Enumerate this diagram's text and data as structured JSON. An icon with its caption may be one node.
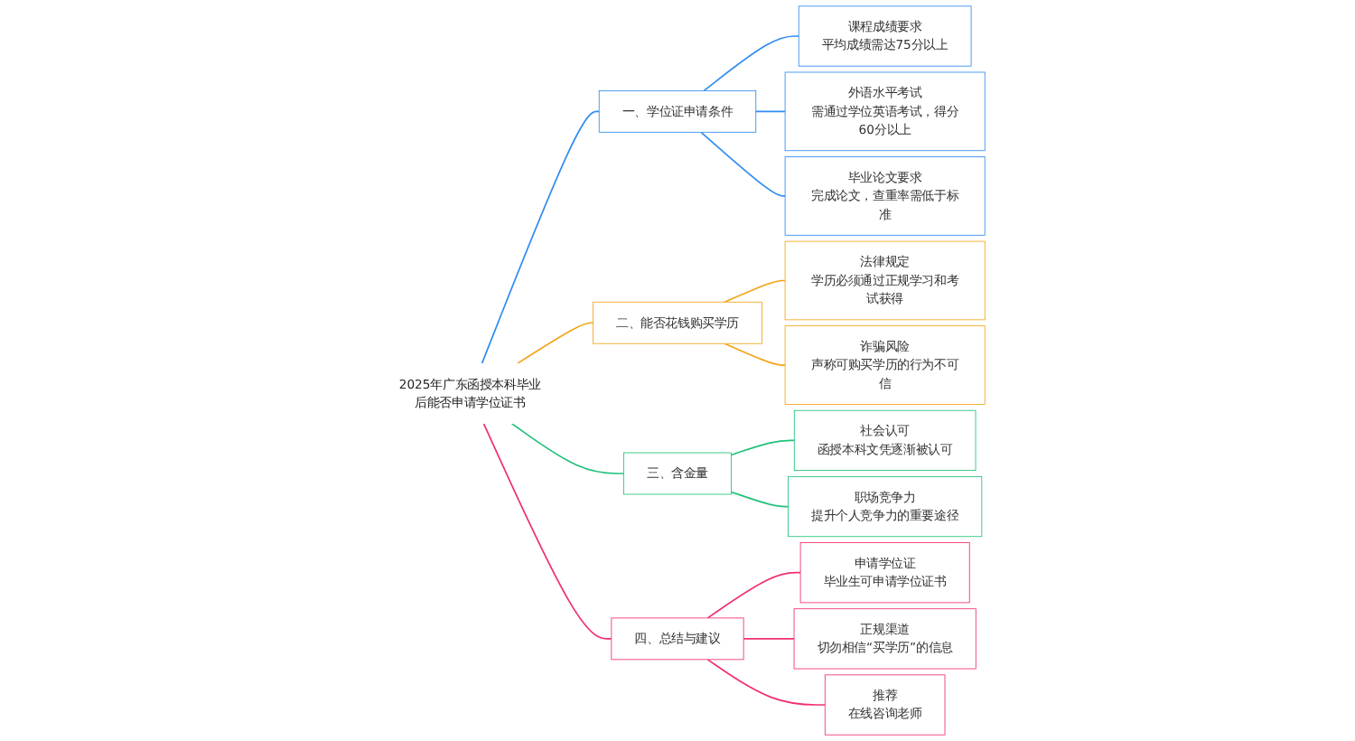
{
  "diagram": {
    "nodes": [
      {
        "text": [
          "2025年广东函授本科毕业后能否申请学位证书"
        ]
      },
      {
        "text": [
          "一、学位证申请条件"
        ]
      },
      {
        "text": [
          "课程成绩要求",
          "平均成绩需达75分以上"
        ]
      },
      {
        "text": [
          "外语水平考试",
          "需通过学位英语考试，得分60分以上"
        ]
      },
      {
        "text": [
          "毕业论文要求",
          "完成论文，查重率需低于标准"
        ]
      },
      {
        "text": [
          "二、能否花钱购买学历"
        ]
      },
      {
        "text": [
          "法律规定",
          "学历必须通过正规学习和考试获得"
        ]
      },
      {
        "text": [
          "诈骗风险",
          "声称可购买学历的行为不可信"
        ]
      },
      {
        "text": [
          "三、含金量"
        ]
      },
      {
        "text": [
          "社会认可",
          "函授本科文凭逐渐被认可"
        ]
      },
      {
        "text": [
          "职场竞争力",
          "提升个人竞争力的重要途径"
        ]
      },
      {
        "text": [
          "四、总结与建议"
        ]
      },
      {
        "text": [
          "申请学位证",
          "毕业生可申请学位证书"
        ]
      },
      {
        "text": [
          "正规渠道",
          "切勿相信“买学历”的信息"
        ]
      },
      {
        "text": [
          "推荐",
          "在线咨询老师"
        ]
      }
    ],
    "edges": [
      {
        "from": 0,
        "to": 1,
        "arrow": "none",
        "color": "#2f8cf0"
      },
      {
        "from": 1,
        "to": 2,
        "arrow": "none",
        "color": "#2f8cf0"
      },
      {
        "from": 1,
        "to": 3,
        "arrow": "none",
        "color": "#2f8cf0"
      },
      {
        "from": 1,
        "to": 4,
        "arrow": "none",
        "color": "#2f8cf0"
      },
      {
        "from": 0,
        "to": 5,
        "arrow": "none",
        "color": "#f2a516"
      },
      {
        "from": 5,
        "to": 6,
        "arrow": "none",
        "color": "#f2a516"
      },
      {
        "from": 5,
        "to": 7,
        "arrow": "none",
        "color": "#f2a516"
      },
      {
        "from": 0,
        "to": 8,
        "arrow": "none",
        "color": "#21c27a"
      },
      {
        "from": 8,
        "to": 9,
        "arrow": "none",
        "color": "#21c27a"
      },
      {
        "from": 8,
        "to": 10,
        "arrow": "none",
        "color": "#21c27a"
      },
      {
        "from": 0,
        "to": 11,
        "arrow": "none",
        "color": "#f0306e"
      },
      {
        "from": 11,
        "to": 12,
        "arrow": "none",
        "color": "#f0306e"
      },
      {
        "from": 11,
        "to": 13,
        "arrow": "none",
        "color": "#f0306e"
      },
      {
        "from": 11,
        "to": 14,
        "arrow": "none",
        "color": "#f0306e"
      }
    ]
  }
}
